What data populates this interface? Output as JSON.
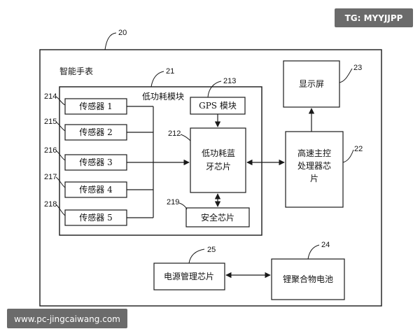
{
  "watermarks": {
    "top_right": "TG: MYYJJPP",
    "bottom_left": "www.pc-jingcaiwang.com"
  },
  "refs": {
    "smartwatch": "20",
    "low_power_module": "21",
    "processor": "22",
    "display": "23",
    "battery": "24",
    "power_mgmt": "25",
    "gps": "213",
    "ble_chip": "212",
    "security_chip": "219",
    "sensor1": "214",
    "sensor2": "215",
    "sensor3": "216",
    "sensor4": "217",
    "sensor5": "218"
  },
  "labels": {
    "smartwatch": "智能手表",
    "low_power_module": "低功耗模块",
    "sensor1": "传感器 1",
    "sensor2": "传感器 2",
    "sensor3": "传感器 3",
    "sensor4": "传感器 4",
    "sensor5": "传感器 5",
    "gps": "GPS 模块",
    "ble_line1": "低功耗蓝",
    "ble_line2": "牙芯片",
    "security_chip": "安全芯片",
    "display": "显示屏",
    "proc_line1": "高速主控",
    "proc_line2": "处理器芯",
    "proc_line3": "片",
    "power_mgmt": "电源管理芯片",
    "battery": "锂聚合物电池"
  }
}
